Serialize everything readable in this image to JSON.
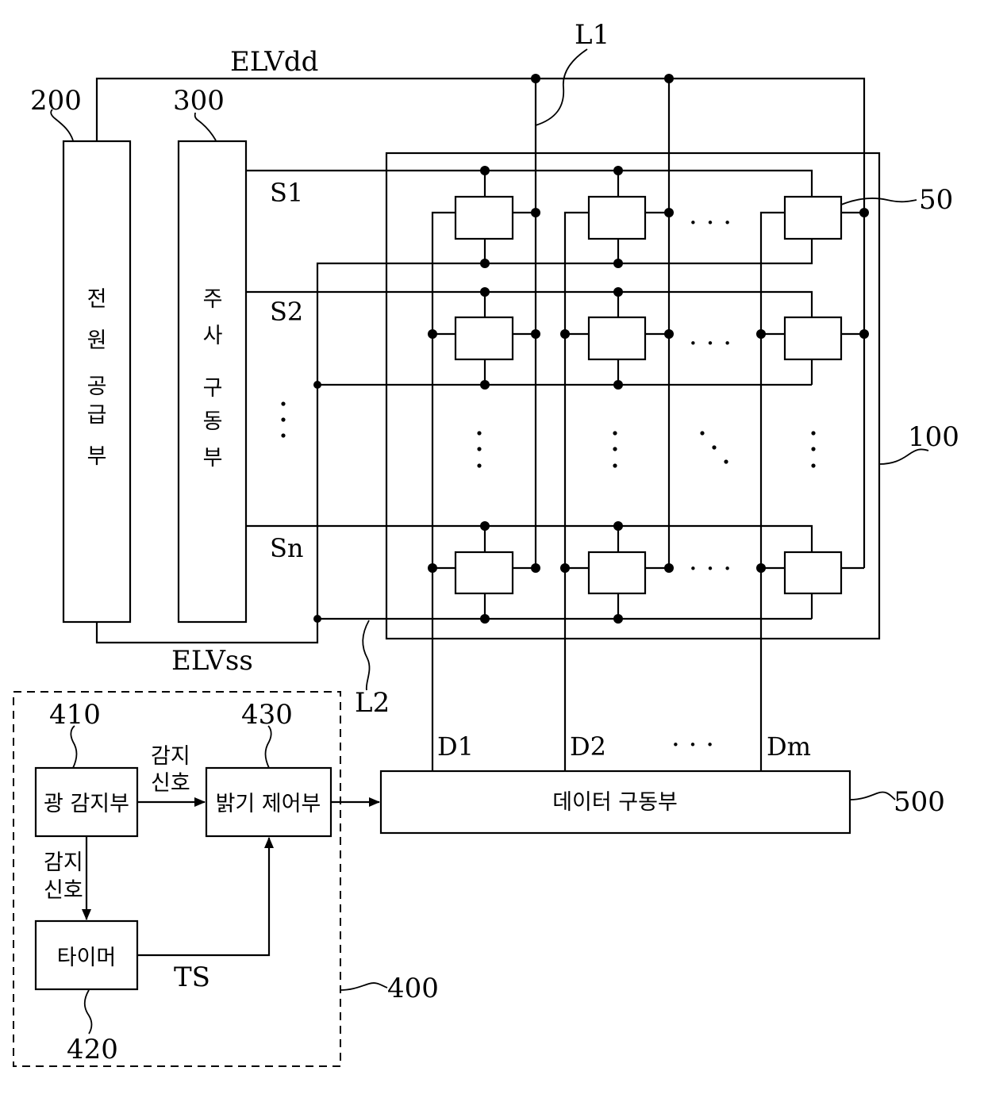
{
  "ref_numbers": {
    "power_supply": "200",
    "scan_driver": "300",
    "pixel": "50",
    "panel": "100",
    "light_sensor": "410",
    "timer": "420",
    "brightness_controller": "430",
    "controller_group": "400",
    "data_driver": "500"
  },
  "lines": {
    "elvdd": "ELVdd",
    "elvss": "ELVss",
    "l1": "L1",
    "l2": "L2",
    "ts": "TS"
  },
  "scan_lines": [
    "S1",
    "S2",
    "Sn"
  ],
  "data_lines": [
    "D1",
    "D2",
    "Dm"
  ],
  "blocks": {
    "power_supply": [
      "전",
      "원",
      "공",
      "급",
      "부"
    ],
    "scan_driver": [
      "주",
      "사",
      "구",
      "동",
      "부"
    ],
    "light_sensor": "광 감지부",
    "brightness_controller": "밝기 제어부",
    "timer": "타이머",
    "data_driver": "데이터 구동부"
  },
  "signals": {
    "sense_signal_top": [
      "감지",
      "신호"
    ],
    "sense_signal_left": [
      "감지",
      "신호"
    ]
  },
  "ellipsis": {
    "horizontal": "· · ·",
    "vertical": "⋮",
    "diagonal": "⋱"
  }
}
